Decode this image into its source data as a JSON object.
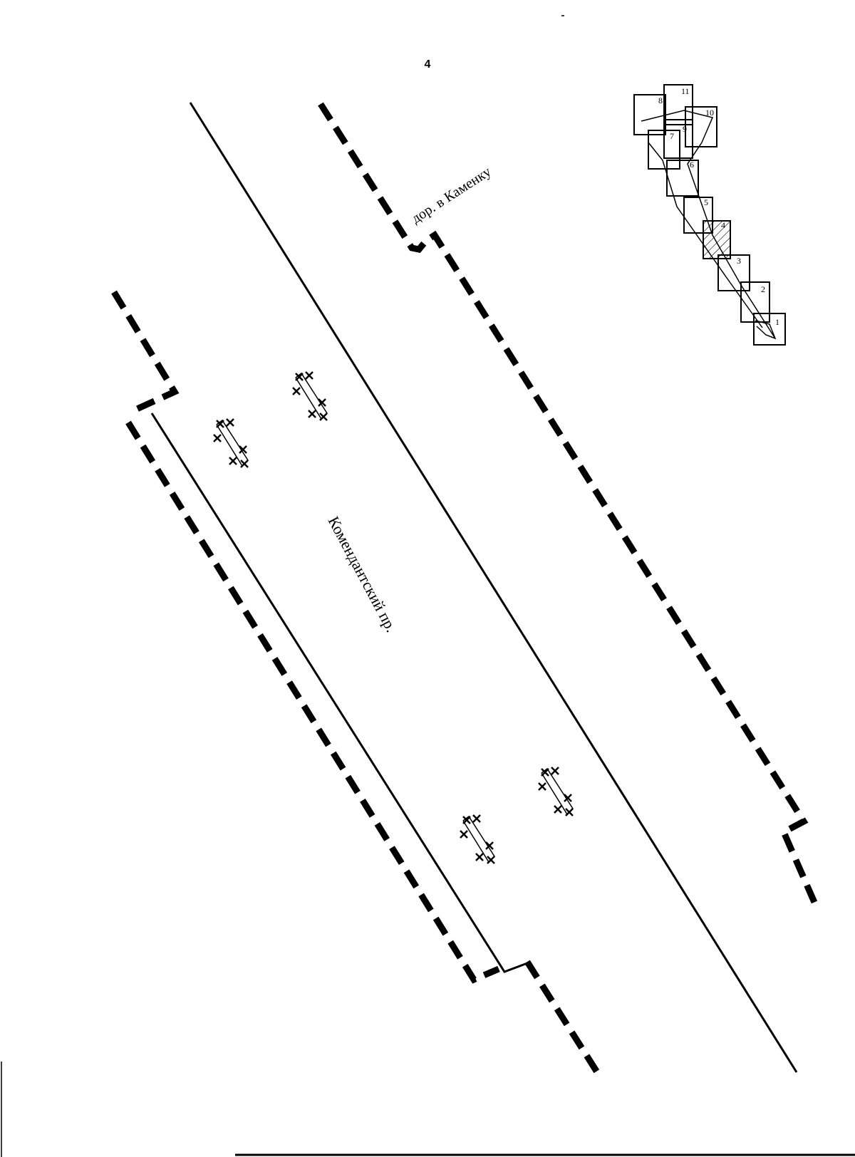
{
  "page_number": "4",
  "labels": {
    "main_avenue": "Комендантский пр.",
    "side_road": "дор. в Каменку"
  },
  "key_map": {
    "sheets": [
      "1",
      "2",
      "3",
      "4",
      "5",
      "6",
      "7",
      "8",
      "9",
      "10",
      "11"
    ],
    "highlighted_sheet": "4"
  },
  "colors": {
    "ink": "#000000",
    "paper": "#ffffff"
  },
  "tree_groups": 4
}
